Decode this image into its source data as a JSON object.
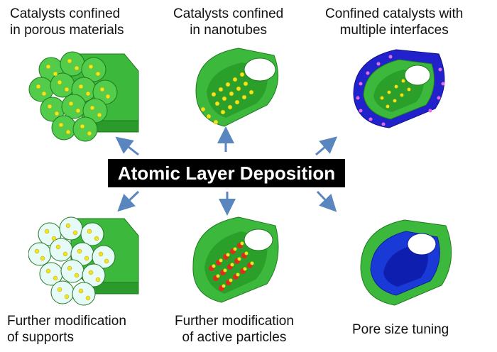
{
  "center_label": "Atomic Layer Deposition",
  "panels": {
    "top_left": {
      "line1": "Catalysts confined",
      "line2": "in porous materials"
    },
    "top_mid": {
      "line1": "Catalysts confined",
      "line2": "in nanotubes"
    },
    "top_right": {
      "line1": "Confined catalysts with",
      "line2": "multiple interfaces"
    },
    "bot_left": {
      "line1": "Further modification",
      "line2": "of supports"
    },
    "bot_mid": {
      "line1": "Further modification",
      "line2": "of active particles"
    },
    "bot_right": {
      "line1": "Pore size tuning"
    }
  },
  "colors": {
    "green": "#3cb93c",
    "dark_green": "#1f8a1f",
    "yellow_particle": "#f2e51a",
    "red_particle": "#d9301c",
    "blue": "#2222cc",
    "pink_dot": "#e070e0",
    "arrow": "#5a86c0",
    "pale_cyan": "#e6fbf8"
  }
}
